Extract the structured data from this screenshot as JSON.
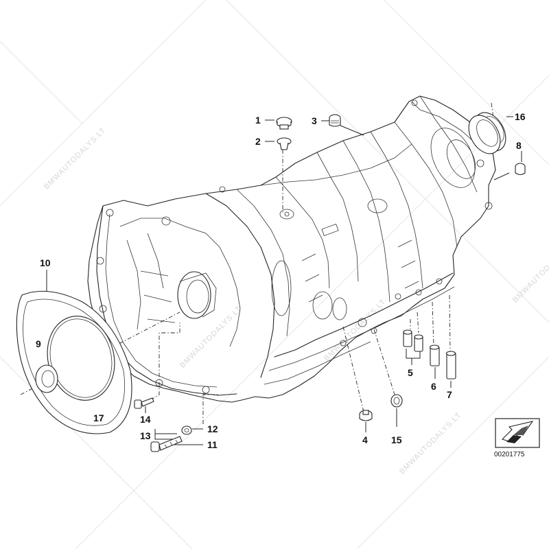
{
  "watermark_text": "BMWAUTODALYS.LT",
  "diagram_code": "00201775",
  "callouts": {
    "c1": "1",
    "c2": "2",
    "c3": "3",
    "c4": "4",
    "c5": "5",
    "c6": "6",
    "c7": "7",
    "c8": "8",
    "c9": "9",
    "c10": "10",
    "c11": "11",
    "c12": "12",
    "c13": "13",
    "c14": "14",
    "c15": "15",
    "c16": "16",
    "c17": "17"
  }
}
